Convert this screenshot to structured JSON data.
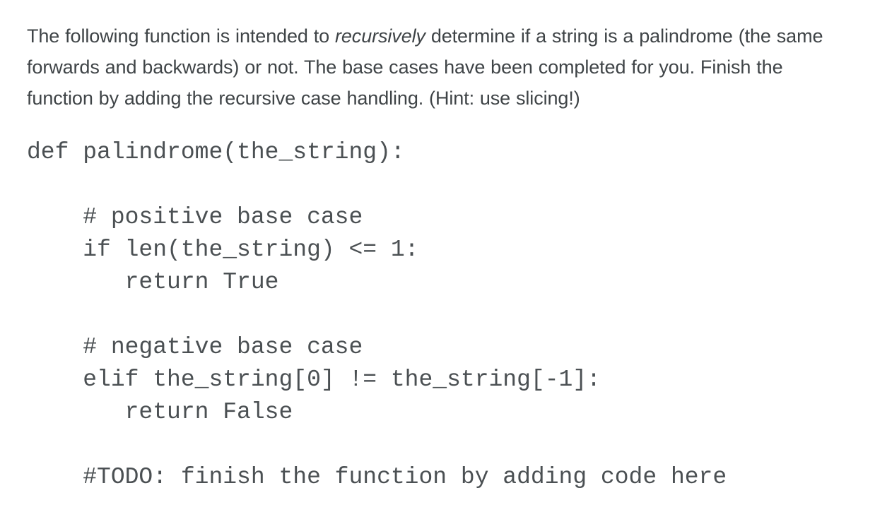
{
  "document": {
    "type": "programming-exercise",
    "background_color": "#ffffff",
    "prose_color": "#3f4447",
    "code_color": "#4b5053"
  },
  "prompt": {
    "segments": [
      {
        "text": "The following function is intended to ",
        "style": "normal"
      },
      {
        "text": "recursively",
        "style": "italic"
      },
      {
        "text": " determine if a string is a palindrome (the same forwards and backwards) or not. The base cases have been completed for you. Finish the function by adding the recursive case handling. (Hint: use slicing!)",
        "style": "normal"
      }
    ],
    "full_text": "The following function is intended to recursively determine if a string is a palindrome (the same forwards and backwards) or not. The base cases have been completed for you. Finish the function by adding the recursive case handling. (Hint: use slicing!)"
  },
  "code": {
    "language": "python",
    "lines": [
      "def palindrome(the_string):",
      "",
      "    # positive base case",
      "    if len(the_string) <= 1:",
      "       return True",
      "",
      "    # negative base case",
      "    elif the_string[0] != the_string[-1]:",
      "       return False",
      "",
      "    #TODO: finish the function by adding code here"
    ]
  }
}
